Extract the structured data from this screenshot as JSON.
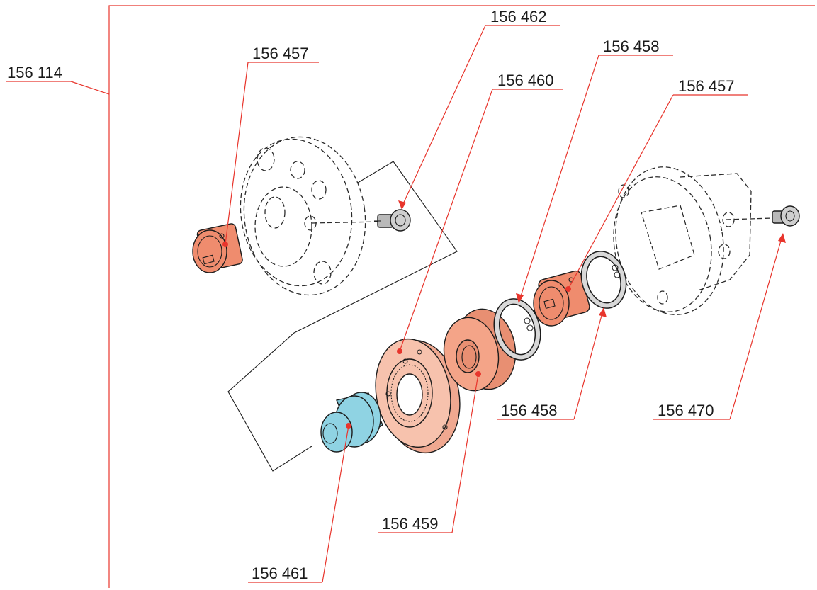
{
  "labels": {
    "assembly": "156 114",
    "cam_left": "156 457",
    "screw_left": "156 462",
    "plate": "156 460",
    "ring_upper": "156 458",
    "cam_right": "156 457",
    "ring_lower": "156 458",
    "screw_right": "156 470",
    "washer": "156 459",
    "bushing": "156 461"
  },
  "colors": {
    "leader": "#e8352c",
    "marker": "#e8352c",
    "cam": "#ef8c6e",
    "cam_dark": "#e0745a",
    "plate": "#f7c2ad",
    "washer": "#f4a488",
    "bushing": "#8fd3e3",
    "ring": "#d8d8d8",
    "screw": "#b9b9b9"
  }
}
